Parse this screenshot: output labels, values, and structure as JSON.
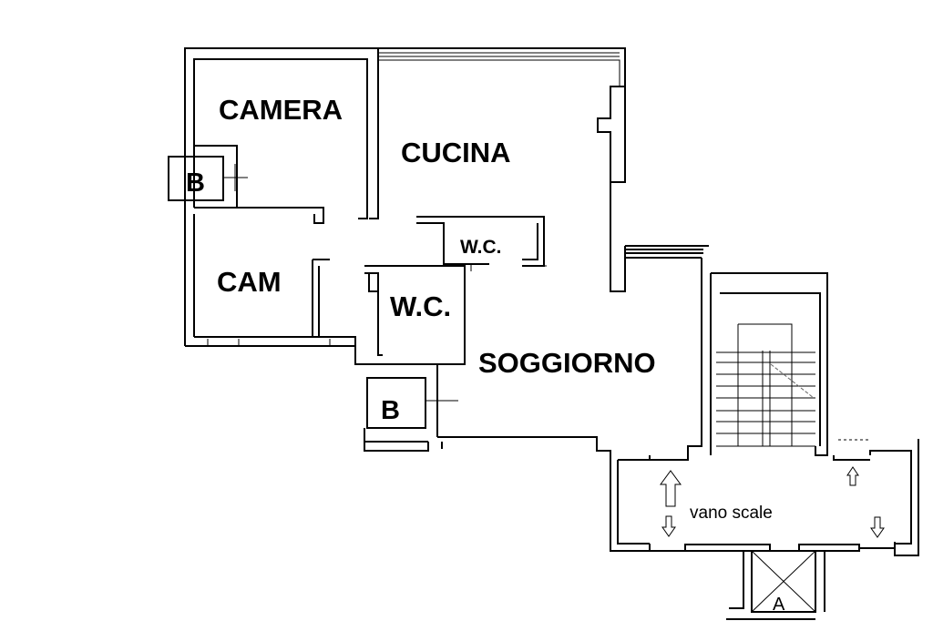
{
  "rooms": {
    "camera": "CAMERA",
    "cucina": "CUCINA",
    "cam": "CAM",
    "wc_upper": "W.C.",
    "wc_lower": "W.C.",
    "soggiorno": "SOGGIORNO",
    "balcony_upper": "B",
    "balcony_lower": "B",
    "stairwell": "vano scale",
    "lift": "A"
  }
}
